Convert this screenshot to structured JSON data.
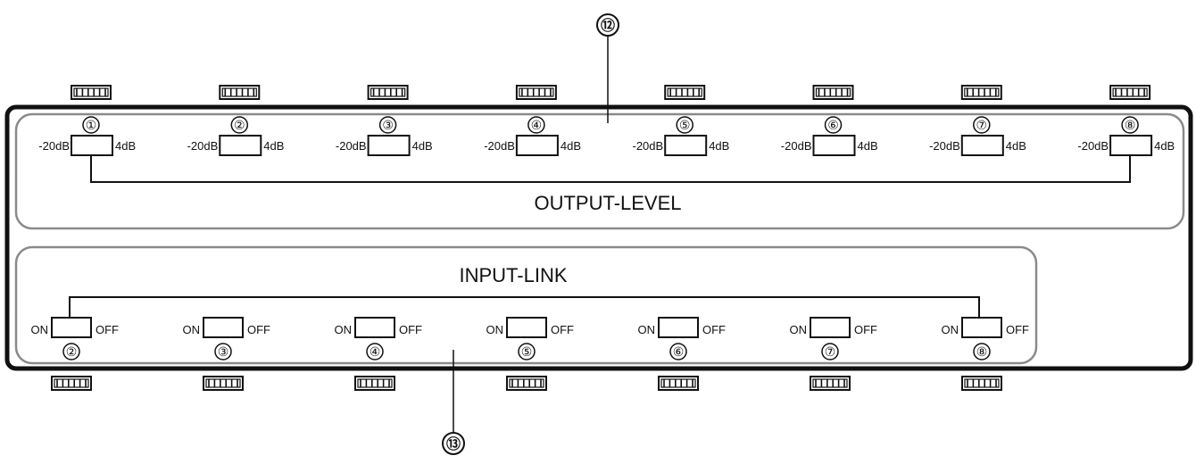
{
  "callouts": {
    "top": "⑫",
    "bottom": "⑬"
  },
  "output_level": {
    "title": "OUTPUT-LEVEL",
    "channels": [
      {
        "num": "①",
        "low": "-20dB",
        "high": "4dB"
      },
      {
        "num": "②",
        "low": "-20dB",
        "high": "4dB"
      },
      {
        "num": "③",
        "low": "-20dB",
        "high": "4dB"
      },
      {
        "num": "④",
        "low": "-20dB",
        "high": "4dB"
      },
      {
        "num": "⑤",
        "low": "-20dB",
        "high": "4dB"
      },
      {
        "num": "⑥",
        "low": "-20dB",
        "high": "4dB"
      },
      {
        "num": "⑦",
        "low": "-20dB",
        "high": "4dB"
      },
      {
        "num": "⑧",
        "low": "-20dB",
        "high": "4dB"
      }
    ]
  },
  "input_link": {
    "title": "INPUT-LINK",
    "channels": [
      {
        "num": "②",
        "on": "ON",
        "off": "OFF"
      },
      {
        "num": "③",
        "on": "ON",
        "off": "OFF"
      },
      {
        "num": "④",
        "on": "ON",
        "off": "OFF"
      },
      {
        "num": "⑤",
        "on": "ON",
        "off": "OFF"
      },
      {
        "num": "⑥",
        "on": "ON",
        "off": "OFF"
      },
      {
        "num": "⑦",
        "on": "ON",
        "off": "OFF"
      },
      {
        "num": "⑧",
        "on": "ON",
        "off": "OFF"
      }
    ]
  },
  "colors": {
    "stroke": "#111111",
    "panel_border": "#8a8a8a"
  }
}
